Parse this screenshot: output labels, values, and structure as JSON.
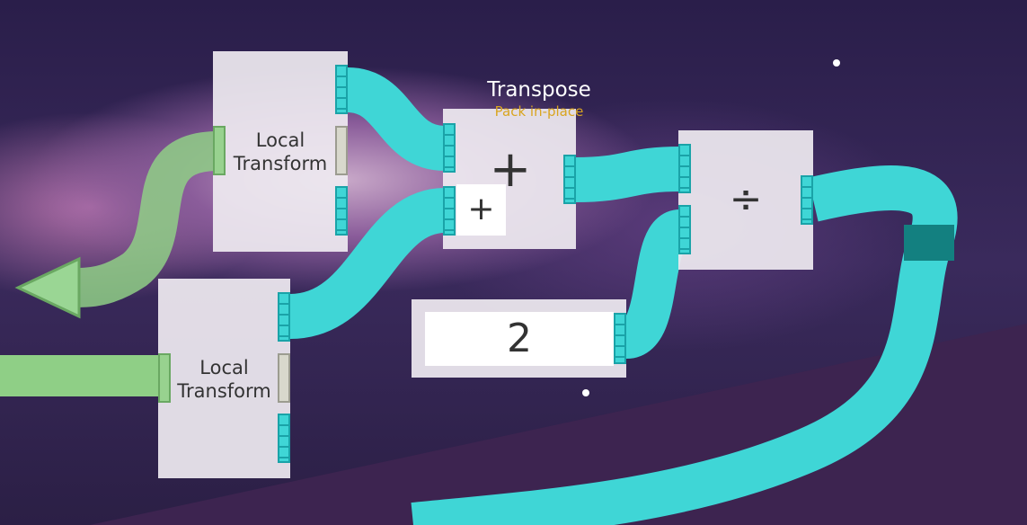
{
  "nodes": {
    "local_transform_1": {
      "label": "Local Transform"
    },
    "local_transform_2": {
      "label": "Local Transform"
    },
    "add": {
      "symbol": "+",
      "inner_symbol": "+",
      "tooltip_title": "Transpose",
      "tooltip_subtitle": "Pack in-place"
    },
    "divide": {
      "symbol": "÷"
    },
    "number": {
      "value": "2"
    }
  },
  "colors": {
    "wire_teal": "#3fd6d6",
    "wire_green": "#8fcf86",
    "node": "#eeeaf0",
    "floor": "#3d2450",
    "subtitle": "#d9a520"
  }
}
